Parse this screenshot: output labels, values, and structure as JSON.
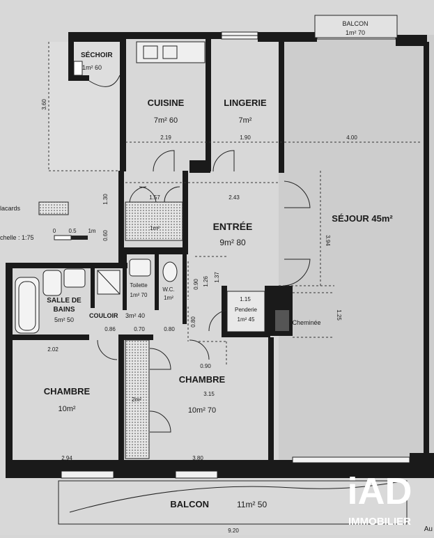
{
  "rooms": {
    "sechoir": {
      "name": "SÉCHOIR",
      "area": "1m² 60"
    },
    "cuisine": {
      "name": "CUISINE",
      "area": "7m² 60"
    },
    "lingerie": {
      "name": "LINGERIE",
      "area": "7m²"
    },
    "balcon_top": {
      "name": "BALCON",
      "area": "1m² 70"
    },
    "sejour": {
      "name": "SÉJOUR 45m²"
    },
    "entree": {
      "name": "ENTRÉE",
      "area": "9m² 80"
    },
    "salle_de_bains": {
      "name_1": "SALLE DE",
      "name_2": "BAINS",
      "area": "5m² 50"
    },
    "toilette": {
      "name": "Toilette",
      "area": "1m² 70"
    },
    "wc": {
      "name": "W.C.",
      "area": "1m²"
    },
    "couloir": {
      "name": "COULOIR",
      "area": "3m² 40"
    },
    "penderie": {
      "name": "Penderie",
      "area": "1m² 45"
    },
    "cheminee": {
      "name": "Cheminée"
    },
    "chambre_left": {
      "name": "CHAMBRE",
      "area": "10m²"
    },
    "chambre_right": {
      "name": "CHAMBRE",
      "area": "10m² 70"
    },
    "placard": {
      "area": "2m²"
    },
    "placard_entree": {
      "area": "1m²"
    },
    "balcon_bottom": {
      "name": "BALCON",
      "area": "11m² 50"
    }
  },
  "dimensions": {
    "d360": "3.60",
    "d219": "2.19",
    "d190": "1.90",
    "d400": "4.00",
    "d130": "1.30",
    "d157": "1.57",
    "d243": "2.43",
    "d060": "0.60",
    "d394": "3.94",
    "d090a": "0.90",
    "d126": "1.26",
    "d137": "1.37",
    "d115": "1.15",
    "d125": "1.25",
    "d086": "0.86",
    "d070": "0.70",
    "d080a": "0.80",
    "d080b": "0.80",
    "d202": "2.02",
    "d090b": "0.90",
    "d315": "3.15",
    "d294": "2.94",
    "d380": "3.80",
    "d920": "9.20"
  },
  "legend": {
    "placards": "lacards",
    "echelle": "chelle : 1:75",
    "scale_0": "0",
    "scale_05": "0.5",
    "scale_1": "1m"
  },
  "watermark": {
    "brand": "iAD",
    "tagline": "IMMOBILIER",
    "partial_text": "Au"
  }
}
